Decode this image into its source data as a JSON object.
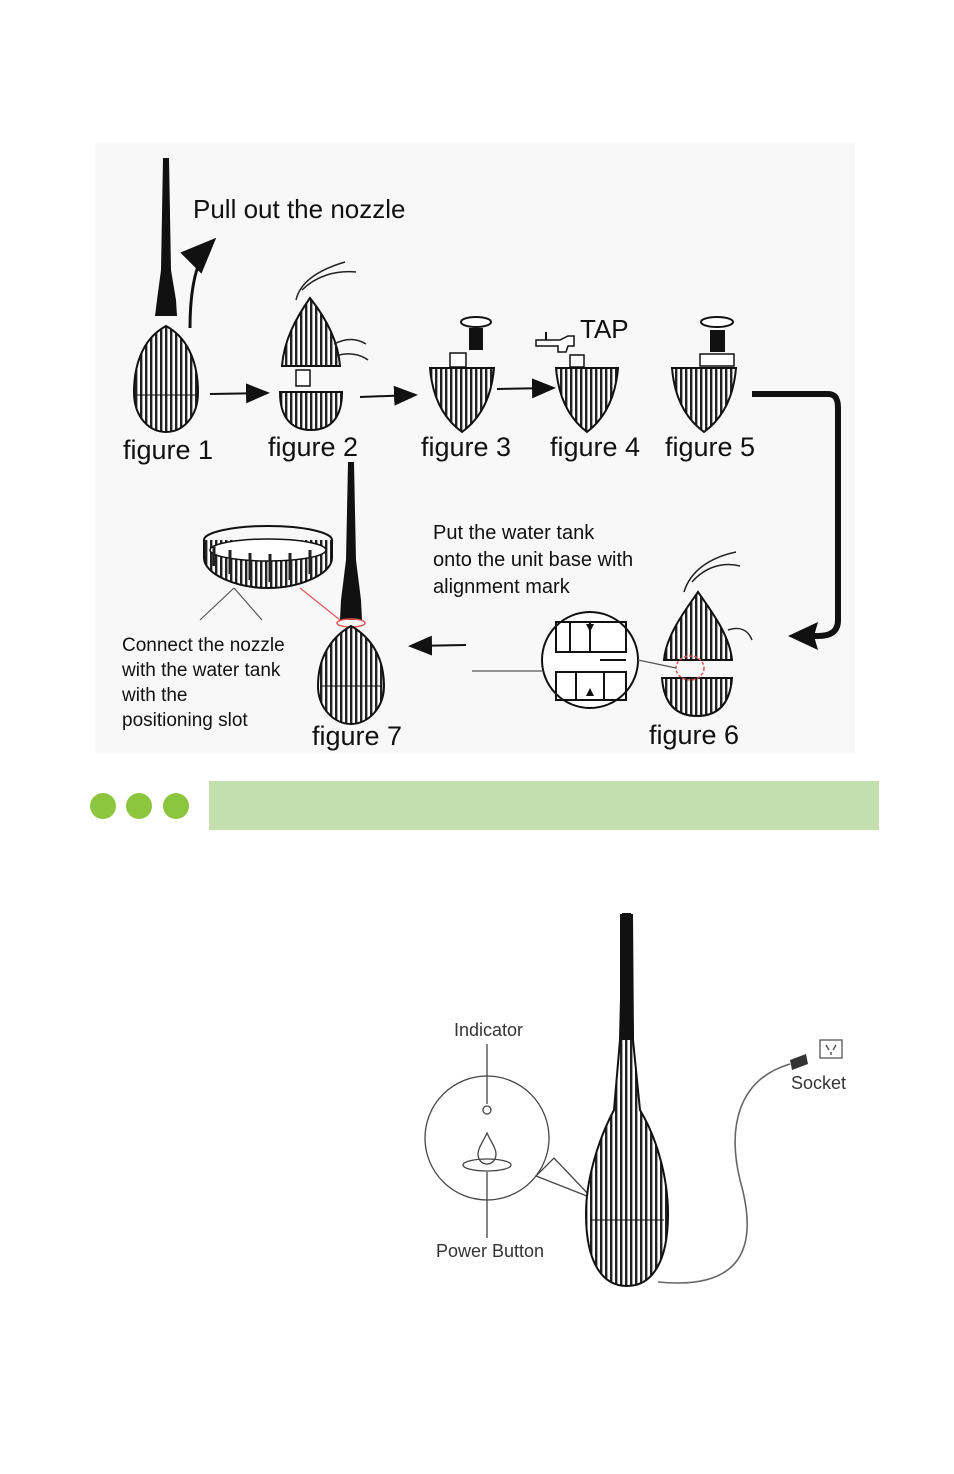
{
  "assembly": {
    "pull_nozzle": "Pull out the nozzle",
    "tap": "TAP",
    "figures": [
      "figure 1",
      "figure 2",
      "figure 3",
      "figure 4",
      "figure 5",
      "figure 6",
      "figure 7"
    ],
    "put_tank_lines": [
      "Put the water tank",
      "onto the unit base with",
      "alignment mark"
    ],
    "connect_lines": [
      "Connect the nozzle",
      "with the water tank",
      "with the",
      "positioning slot"
    ]
  },
  "section_bar": {
    "dots": 3,
    "dot_color": "#8cc63f",
    "bar_color": "#c4dfae"
  },
  "operation": {
    "indicator": "Indicator",
    "power_button": "Power Button",
    "socket": "Socket"
  }
}
